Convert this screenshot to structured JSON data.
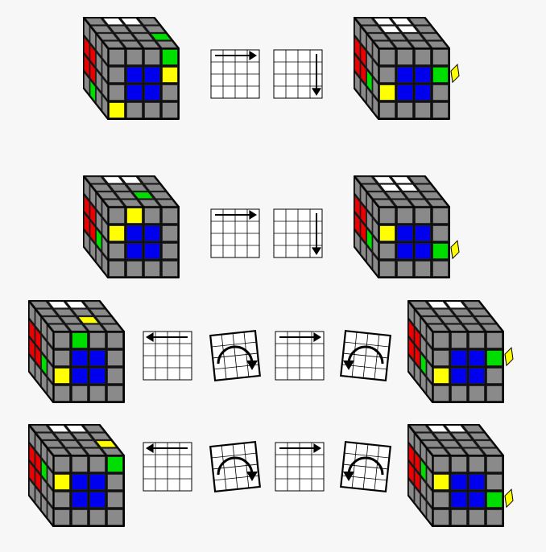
{
  "colors": {
    "background": "#f7f7f7",
    "gray": "#8a8a8a",
    "white": "#ffffff",
    "red": "#ee0000",
    "green": "#00dd00",
    "blue": "#0000ee",
    "yellow": "#ffff00",
    "outline": "#000000"
  },
  "algorithms": [
    {
      "name": "case-1",
      "before": {
        "top": [
          "g",
          "w",
          "w",
          "g",
          "g",
          "g",
          "g",
          "g",
          "g",
          "g",
          "g",
          "G",
          "g",
          "g",
          "g",
          "g"
        ],
        "front": [
          "g",
          "g",
          "g",
          "G",
          "g",
          "B",
          "B",
          "Y",
          "g",
          "B",
          "B",
          "g",
          "Y",
          "g",
          "g",
          "g"
        ],
        "side": [
          "g",
          "g",
          "g",
          "g",
          "R",
          "R",
          "g",
          "g",
          "R",
          "R",
          "g",
          "g",
          "g",
          "G",
          "g",
          "g"
        ]
      },
      "moves": [
        "slice-right",
        "face-down"
      ],
      "after": {
        "top": [
          "g",
          "w",
          "w",
          "g",
          "g",
          "w",
          "w",
          "g",
          "g",
          "g",
          "g",
          "g",
          "g",
          "g",
          "g",
          "g"
        ],
        "front": [
          "g",
          "g",
          "g",
          "g",
          "g",
          "B",
          "B",
          "G",
          "Y",
          "B",
          "B",
          "g",
          "g",
          "g",
          "g",
          "g"
        ],
        "side": [
          "g",
          "g",
          "g",
          "g",
          "R",
          "R",
          "g",
          "g",
          "R",
          "R",
          "G",
          "g",
          "g",
          "g",
          "g",
          "g"
        ],
        "tab_row": 1
      }
    },
    {
      "name": "case-2",
      "before": {
        "top": [
          "g",
          "w",
          "w",
          "g",
          "g",
          "g",
          "g",
          "g",
          "g",
          "g",
          "G",
          "g",
          "g",
          "g",
          "g",
          "g"
        ],
        "front": [
          "g",
          "Y",
          "g",
          "g",
          "Y",
          "B",
          "B",
          "g",
          "g",
          "B",
          "B",
          "g",
          "g",
          "g",
          "g",
          "g"
        ],
        "side": [
          "g",
          "g",
          "g",
          "g",
          "R",
          "R",
          "g",
          "g",
          "R",
          "R",
          "G",
          "g",
          "g",
          "g",
          "g",
          "g"
        ]
      },
      "moves": [
        "slice-right",
        "face-down"
      ],
      "after": {
        "top": [
          "g",
          "w",
          "w",
          "g",
          "g",
          "w",
          "w",
          "g",
          "g",
          "g",
          "g",
          "g",
          "g",
          "g",
          "g",
          "g"
        ],
        "front": [
          "g",
          "g",
          "g",
          "g",
          "Y",
          "B",
          "B",
          "g",
          "g",
          "B",
          "B",
          "G",
          "g",
          "g",
          "g",
          "g"
        ],
        "side": [
          "g",
          "g",
          "g",
          "g",
          "R",
          "R",
          "g",
          "g",
          "R",
          "R",
          "G",
          "g",
          "g",
          "g",
          "g",
          "g"
        ],
        "tab_row": 2
      }
    },
    {
      "name": "case-3",
      "before": {
        "top": [
          "g",
          "w",
          "w",
          "g",
          "g",
          "g",
          "g",
          "g",
          "g",
          "g",
          "Y",
          "g",
          "g",
          "g",
          "g",
          "g"
        ],
        "front": [
          "g",
          "G",
          "g",
          "g",
          "g",
          "B",
          "B",
          "g",
          "Y",
          "B",
          "B",
          "g",
          "g",
          "g",
          "g",
          "g"
        ],
        "side": [
          "g",
          "g",
          "g",
          "g",
          "R",
          "R",
          "g",
          "g",
          "R",
          "R",
          "G",
          "g",
          "g",
          "g",
          "g",
          "g"
        ]
      },
      "moves": [
        "slice-left",
        "rotate-cw",
        "slice-right",
        "rotate-ccw"
      ],
      "after": {
        "top": [
          "g",
          "w",
          "w",
          "g",
          "g",
          "g",
          "g",
          "g",
          "g",
          "g",
          "g",
          "g",
          "g",
          "g",
          "g",
          "g"
        ],
        "front": [
          "g",
          "g",
          "g",
          "g",
          "g",
          "B",
          "B",
          "G",
          "Y",
          "B",
          "B",
          "g",
          "g",
          "g",
          "g",
          "g"
        ],
        "side": [
          "g",
          "g",
          "g",
          "g",
          "R",
          "R",
          "g",
          "g",
          "R",
          "R",
          "G",
          "g",
          "g",
          "g",
          "g",
          "g"
        ],
        "tab_row": 1
      }
    },
    {
      "name": "case-4",
      "before": {
        "top": [
          "g",
          "w",
          "w",
          "g",
          "g",
          "g",
          "g",
          "g",
          "g",
          "g",
          "g",
          "Y",
          "g",
          "g",
          "g",
          "g"
        ],
        "front": [
          "g",
          "g",
          "g",
          "G",
          "Y",
          "B",
          "B",
          "g",
          "g",
          "B",
          "B",
          "g",
          "g",
          "g",
          "g",
          "g"
        ],
        "side": [
          "g",
          "g",
          "g",
          "g",
          "R",
          "R",
          "G",
          "g",
          "R",
          "R",
          "g",
          "g",
          "g",
          "g",
          "g",
          "g"
        ]
      },
      "moves": [
        "slice-left",
        "rotate-cw",
        "slice-right",
        "rotate-ccw"
      ],
      "after": {
        "top": [
          "g",
          "w",
          "w",
          "g",
          "g",
          "g",
          "g",
          "g",
          "g",
          "g",
          "g",
          "g",
          "g",
          "g",
          "g",
          "g"
        ],
        "front": [
          "g",
          "g",
          "g",
          "g",
          "Y",
          "B",
          "B",
          "g",
          "g",
          "B",
          "B",
          "G",
          "g",
          "g",
          "g",
          "g"
        ],
        "side": [
          "g",
          "g",
          "g",
          "g",
          "R",
          "R",
          "G",
          "g",
          "R",
          "R",
          "g",
          "g",
          "g",
          "g",
          "g",
          "g"
        ],
        "tab_row": 2
      }
    }
  ]
}
